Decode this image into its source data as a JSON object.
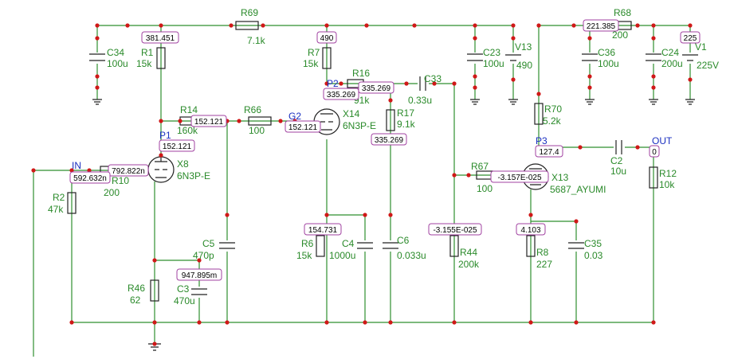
{
  "labels": {
    "r69": "R69",
    "r69_val": "7.1k",
    "r68": "R68",
    "r68_val": "200",
    "r1": "R1",
    "r1_val": "15k",
    "c34": "C34",
    "c34_val": "100u",
    "r7": "R7",
    "r7_val": "15k",
    "r16": "R16",
    "r16_val": "91k",
    "c33": "C33",
    "c33_val": "0.33u",
    "c23": "C23",
    "c23_val": "100u",
    "v13": "V13",
    "v13_val": "490",
    "c36": "C36",
    "c36_val": "100u",
    "c24": "C24",
    "c24_val": "200u",
    "v1": "V1",
    "v1_val": "225V",
    "r14": "R14",
    "r14_val": "160k",
    "r66": "R66",
    "r66_val": "100",
    "r70": "R70",
    "r70_val": "5.2k",
    "r17": "R17",
    "r17_val": "9.1k",
    "x14": "X14",
    "x14_type": "6N3P-E",
    "x8": "X8",
    "x8_type": "6N3P-E",
    "x13": "X13",
    "x13_type": "5687_AYUMI",
    "c2": "C2",
    "c2_val": "10u",
    "r12": "R12",
    "r12_val": "10k",
    "r67": "R67",
    "r67_val": "100",
    "r10": "R10",
    "r10_val": "200",
    "r2": "R2",
    "r2_val": "47k",
    "c5": "C5",
    "c5_val": "470p",
    "c3": "C3",
    "c3_val": "470u",
    "r46": "R46",
    "r46_val": "62",
    "r6": "R6",
    "r6_val": "15k",
    "c4": "C4",
    "c4_val": "1000u",
    "c6": "C6",
    "c6_val": "0.033u",
    "r44": "R44",
    "r44_val": "200k",
    "r8": "R8",
    "r8_val": "227",
    "c35": "C35",
    "c35_val": "0.03"
  },
  "nodes": {
    "p1": "P1",
    "p2": "P2",
    "g2": "G2",
    "p3": "P3",
    "in": "IN",
    "out": "OUT"
  },
  "probes": {
    "r1_top": "381.451",
    "r7_top": "490",
    "r68_left": "221.385",
    "v1": "225",
    "r16_right": "335.269",
    "p2": "335.269",
    "r14_right": "152.121",
    "g2": "152.121",
    "r17_bottom": "335.269",
    "p1": "152.121",
    "p3": "127.4",
    "out": "0",
    "grid1": "792.822n",
    "in": "592.632n",
    "grid3": "-3.157E-025",
    "cath2": "154.731",
    "r44_top": "-3.155E-025",
    "cath3": "4.103",
    "c3_top": "947.895m"
  },
  "colors": {
    "wire": "#2f8f2f",
    "node": "#d01818",
    "label": "#2a8a2a",
    "node_name": "#1a2fc0",
    "probe_border": "#a040a0"
  }
}
